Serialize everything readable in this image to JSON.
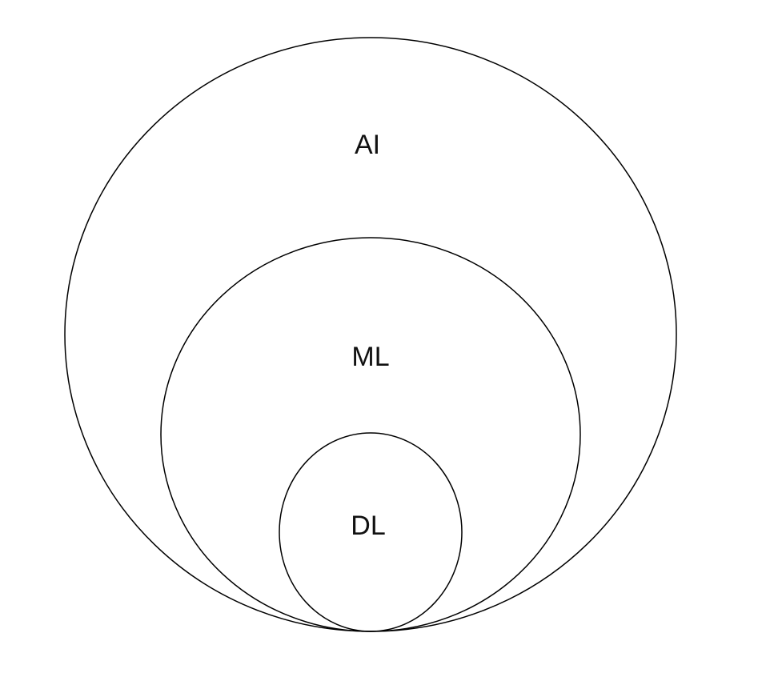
{
  "diagram": {
    "type": "nested-sets",
    "sets": [
      {
        "id": "ai",
        "label": "AI"
      },
      {
        "id": "ml",
        "label": "ML"
      },
      {
        "id": "dl",
        "label": "DL"
      }
    ],
    "relations": [
      {
        "inner": "ML",
        "outer": "AI",
        "kind": "subset"
      },
      {
        "inner": "DL",
        "outer": "ML",
        "kind": "subset"
      }
    ]
  }
}
